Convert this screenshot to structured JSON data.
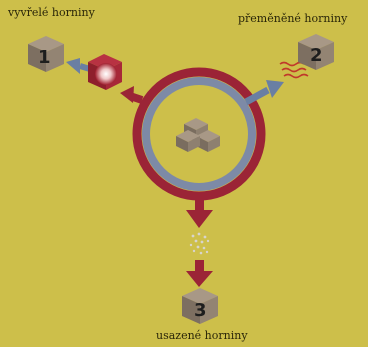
{
  "diagram": {
    "labels": {
      "igneous": "vyvřelé horniny",
      "metamorphic": "přeměněné horniny",
      "sedimentary": "usazené horniny"
    },
    "markers": {
      "igneous": "1",
      "metamorphic": "2",
      "sedimentary": "3"
    },
    "colors": {
      "background": "#cdbf4a",
      "ring_red": "#9b2436",
      "ring_blue": "#7d8aa6",
      "arrow_blue": "#6a7fa3",
      "rock": "#8c7f6f"
    }
  }
}
